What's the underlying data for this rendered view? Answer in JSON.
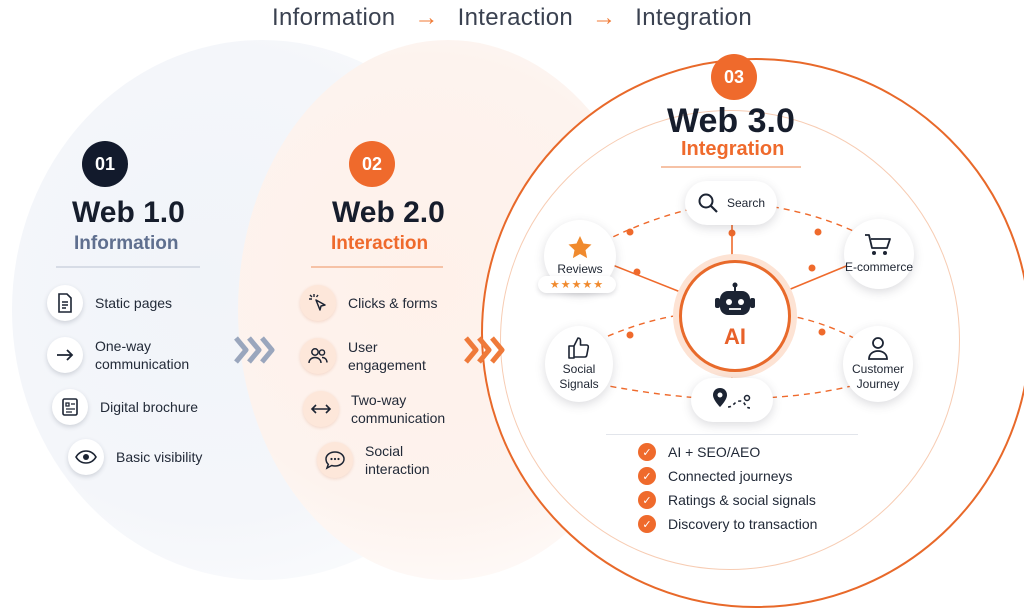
{
  "header": {
    "step1": "Information",
    "step2": "Interaction",
    "step3": "Integration",
    "arrow": "→"
  },
  "colors": {
    "accent": "#ef6a2c",
    "navy": "#121a2c",
    "slate": "#5f6f8f"
  },
  "web1": {
    "number": "01",
    "title": "Web 1.0",
    "subtitle": "Information",
    "items": [
      {
        "label": "Static pages",
        "icon": "document-icon"
      },
      {
        "label": "One-way\ncommunication",
        "icon": "arrow-right-icon"
      },
      {
        "label": "Digital brochure",
        "icon": "brochure-icon"
      },
      {
        "label": "Basic visibility",
        "icon": "eye-icon"
      }
    ]
  },
  "web2": {
    "number": "02",
    "title": "Web 2.0",
    "subtitle": "Interaction",
    "items": [
      {
        "label": "Clicks & forms",
        "icon": "cursor-click-icon"
      },
      {
        "label": "User\nengagement",
        "icon": "users-icon"
      },
      {
        "label": "Two-way\ncommunication",
        "icon": "two-way-arrow-icon"
      },
      {
        "label": "Social\ninteraction",
        "icon": "chat-bubble-icon"
      }
    ]
  },
  "web3": {
    "number": "03",
    "title": "Web 3.0",
    "subtitle": "Integration",
    "hub_label": "AI",
    "nodes": {
      "search": "Search",
      "reviews": "Reviews",
      "ecommerce": "E-commerce",
      "social": "Social\nSignals",
      "journey": "Customer\nJourney"
    },
    "checklist": [
      "AI + SEO/AEO",
      "Connected journeys",
      "Ratings & social signals",
      "Discovery to transaction"
    ]
  }
}
